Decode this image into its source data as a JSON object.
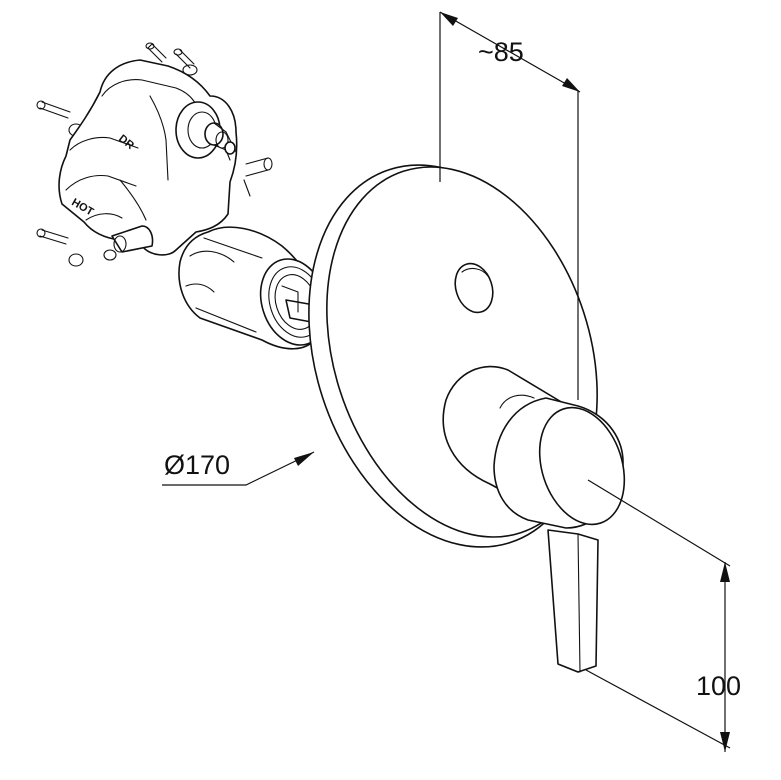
{
  "dimensions": {
    "depth_label": "~85",
    "plate_diameter_label": "Ø170",
    "lever_length_label": "100"
  },
  "body_markings": {
    "dr_label": "DR",
    "hot_label": "HOT"
  }
}
